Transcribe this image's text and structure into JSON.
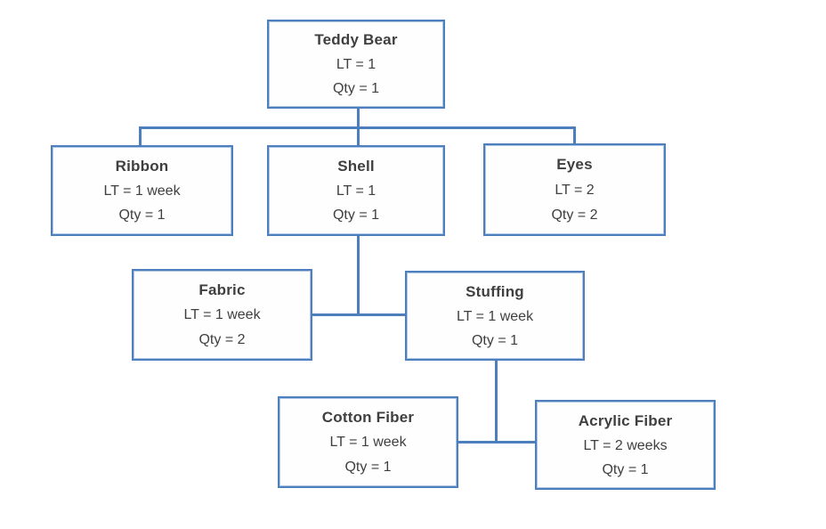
{
  "colors": {
    "box_border": "#4d7ebd",
    "box_border_inner": "#adc6e5",
    "box_fill": "#fefefe",
    "connector": "#4d7ebd",
    "text": "#3f3f3f",
    "background": "#ffffff"
  },
  "nodes": [
    {
      "id": "teddy-bear",
      "title": "Teddy Bear",
      "lt": "LT = 1",
      "qty": "Qty = 1"
    },
    {
      "id": "ribbon",
      "title": "Ribbon",
      "lt": "LT = 1 week",
      "qty": "Qty = 1"
    },
    {
      "id": "shell",
      "title": "Shell",
      "lt": "LT = 1",
      "qty": "Qty = 1"
    },
    {
      "id": "eyes",
      "title": "Eyes",
      "lt": "LT = 2",
      "qty": "Qty = 2"
    },
    {
      "id": "fabric",
      "title": "Fabric",
      "lt": "LT = 1 week",
      "qty": "Qty = 2"
    },
    {
      "id": "stuffing",
      "title": "Stuffing",
      "lt": "LT = 1 week",
      "qty": "Qty = 1"
    },
    {
      "id": "cotton-fiber",
      "title": "Cotton Fiber",
      "lt": "LT = 1 week",
      "qty": "Qty = 1"
    },
    {
      "id": "acrylic-fiber",
      "title": "Acrylic Fiber",
      "lt": "LT = 2 weeks",
      "qty": "Qty = 1"
    }
  ],
  "edges": [
    {
      "from": "Teddy Bear",
      "to": "Ribbon"
    },
    {
      "from": "Teddy Bear",
      "to": "Shell"
    },
    {
      "from": "Teddy Bear",
      "to": "Eyes"
    },
    {
      "from": "Shell",
      "to": "Fabric"
    },
    {
      "from": "Shell",
      "to": "Stuffing"
    },
    {
      "from": "Stuffing",
      "to": "Cotton Fiber"
    },
    {
      "from": "Stuffing",
      "to": "Acrylic Fiber"
    }
  ]
}
